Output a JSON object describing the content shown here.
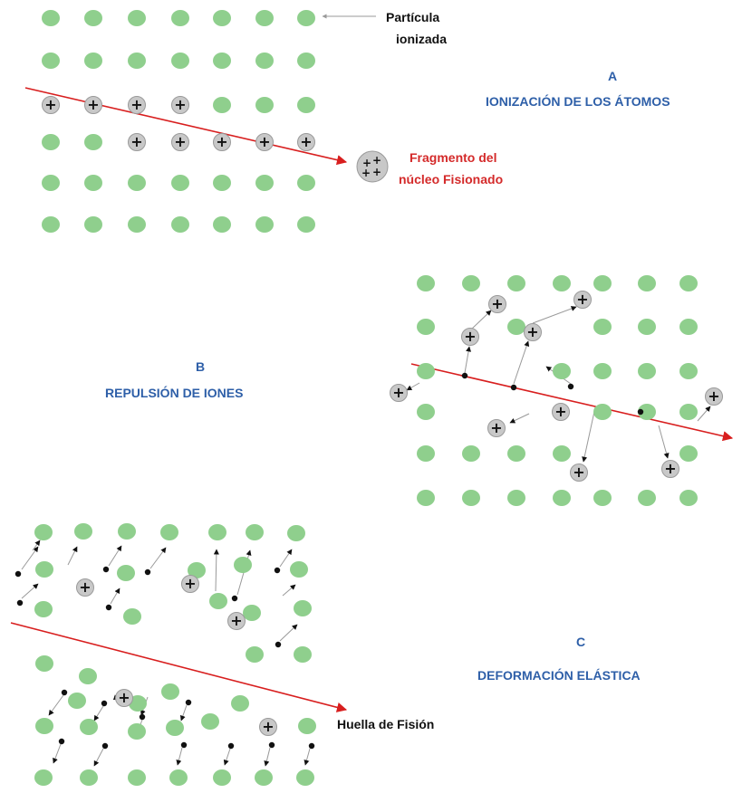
{
  "panel_a": {
    "letter": "A",
    "title": "IONIZACIÓN DE LOS ÁTOMOS",
    "label_particle_line1": "Partícula",
    "label_particle_line2": "ionizada",
    "label_fragment_line1": "Fragmento del",
    "label_fragment_line2": "núcleo Fisionado"
  },
  "panel_b": {
    "letter": "B",
    "title": "REPULSIÓN DE IONES"
  },
  "panel_c": {
    "letter": "C",
    "title": "DEFORMACIÓN ELÁSTICA",
    "label_track": "Huella de Fisión"
  },
  "symbols": {
    "ion": "+"
  },
  "colors": {
    "atom_fill": "#8fcf8d",
    "ion_fill": "#c8c8c8",
    "track_line": "#d81e1e",
    "title_blue": "#2e5fa8",
    "label_red": "#d42a2a"
  }
}
